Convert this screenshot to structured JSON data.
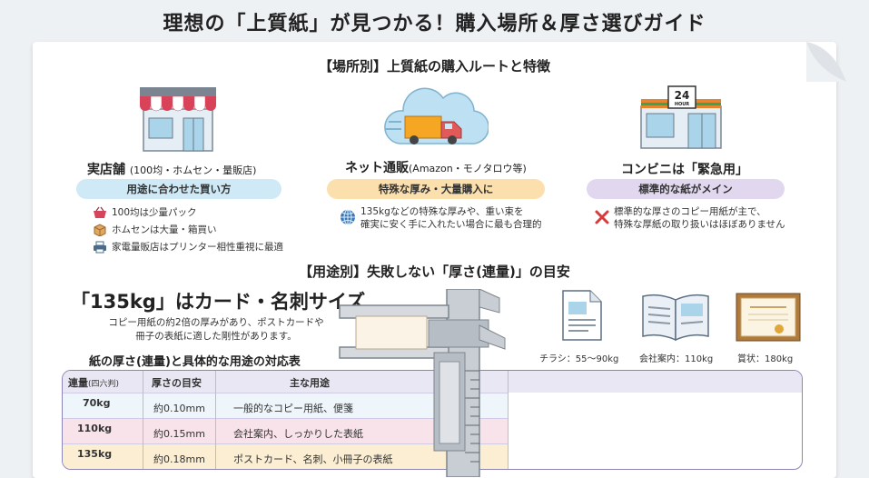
{
  "title": "理想の「上質紙」が見つかる！購入場所＆厚さ選びガイド",
  "section1": {
    "title": "【場所別】上質紙の購入ルートと特徴",
    "real_store": {
      "name": "実店舗",
      "sub": "(100均・ホムセン・量販店)",
      "pill": "用途に合わせた買い方",
      "items": [
        "100均は少量パック",
        "ホムセンは大量・箱買い",
        "家電量販店はプリンター相性重視に最適"
      ]
    },
    "online": {
      "name": "ネット通販",
      "sub": "(Amazon・モノタロウ等)",
      "pill": "特殊な厚み・大量購入に",
      "text_line1": "135kgなどの特殊な厚みや、重い束を",
      "text_line2": "確実に安く手に入れたい場合に最も合理的"
    },
    "convenience": {
      "name": "コンビニは「緊急用」",
      "sign": "24",
      "sign_sub": "HOUR",
      "pill": "標準的な紙がメイン",
      "text_line1": "標準的な厚さのコピー用紙が主で、",
      "text_line2": "特殊な厚紙の取り扱いはほぼありません"
    }
  },
  "section2": {
    "title": "【用途別】失敗しない「厚さ(連量)」の目安",
    "headline": "「135kg」はカード・名刺サイズ",
    "desc_line1": "コピー用紙の約2倍の厚みがあり、ポストカードや",
    "desc_line2": "冊子の表紙に適した剛性があります。",
    "table_title": "紙の厚さ(連量)と具体的な用途の対応表",
    "table": {
      "headers": [
        "連量",
        "(四六判)",
        "厚さの目安",
        "主な用途"
      ],
      "rows": [
        {
          "weight": "70kg",
          "thickness": "約0.10mm",
          "use": "一般的なコピー用紙、便箋",
          "color": "#eef6fb"
        },
        {
          "weight": "110kg",
          "thickness": "約0.15mm",
          "use": "会社案内、しっかりした表紙",
          "color": "#f9e3ea"
        },
        {
          "weight": "135kg",
          "thickness": "約0.18mm",
          "use": "ポストカード、名刺、小冊子の表紙",
          "color": "#fbeed3"
        }
      ]
    },
    "examples": [
      {
        "label": "チラシ：55～90kg"
      },
      {
        "label": "会社案内：110kg"
      },
      {
        "label": "賞状：180kg"
      }
    ]
  },
  "colors": {
    "pill_blue": "#cfeaf6",
    "pill_orange": "#fbe0ad",
    "pill_purple": "#e1d8ef",
    "awning_red": "#d9435a",
    "cloud_blue": "#bde0f2",
    "truck_orange": "#f5a623",
    "table_border": "#8c86b8"
  },
  "icons": [
    "store-icon",
    "cloud-truck-icon",
    "convenience-store-icon",
    "basket-icon",
    "box-icon",
    "printer-icon",
    "globe-icon",
    "cross-icon",
    "caliper-icon",
    "flyer-icon",
    "brochure-icon",
    "certificate-icon"
  ]
}
